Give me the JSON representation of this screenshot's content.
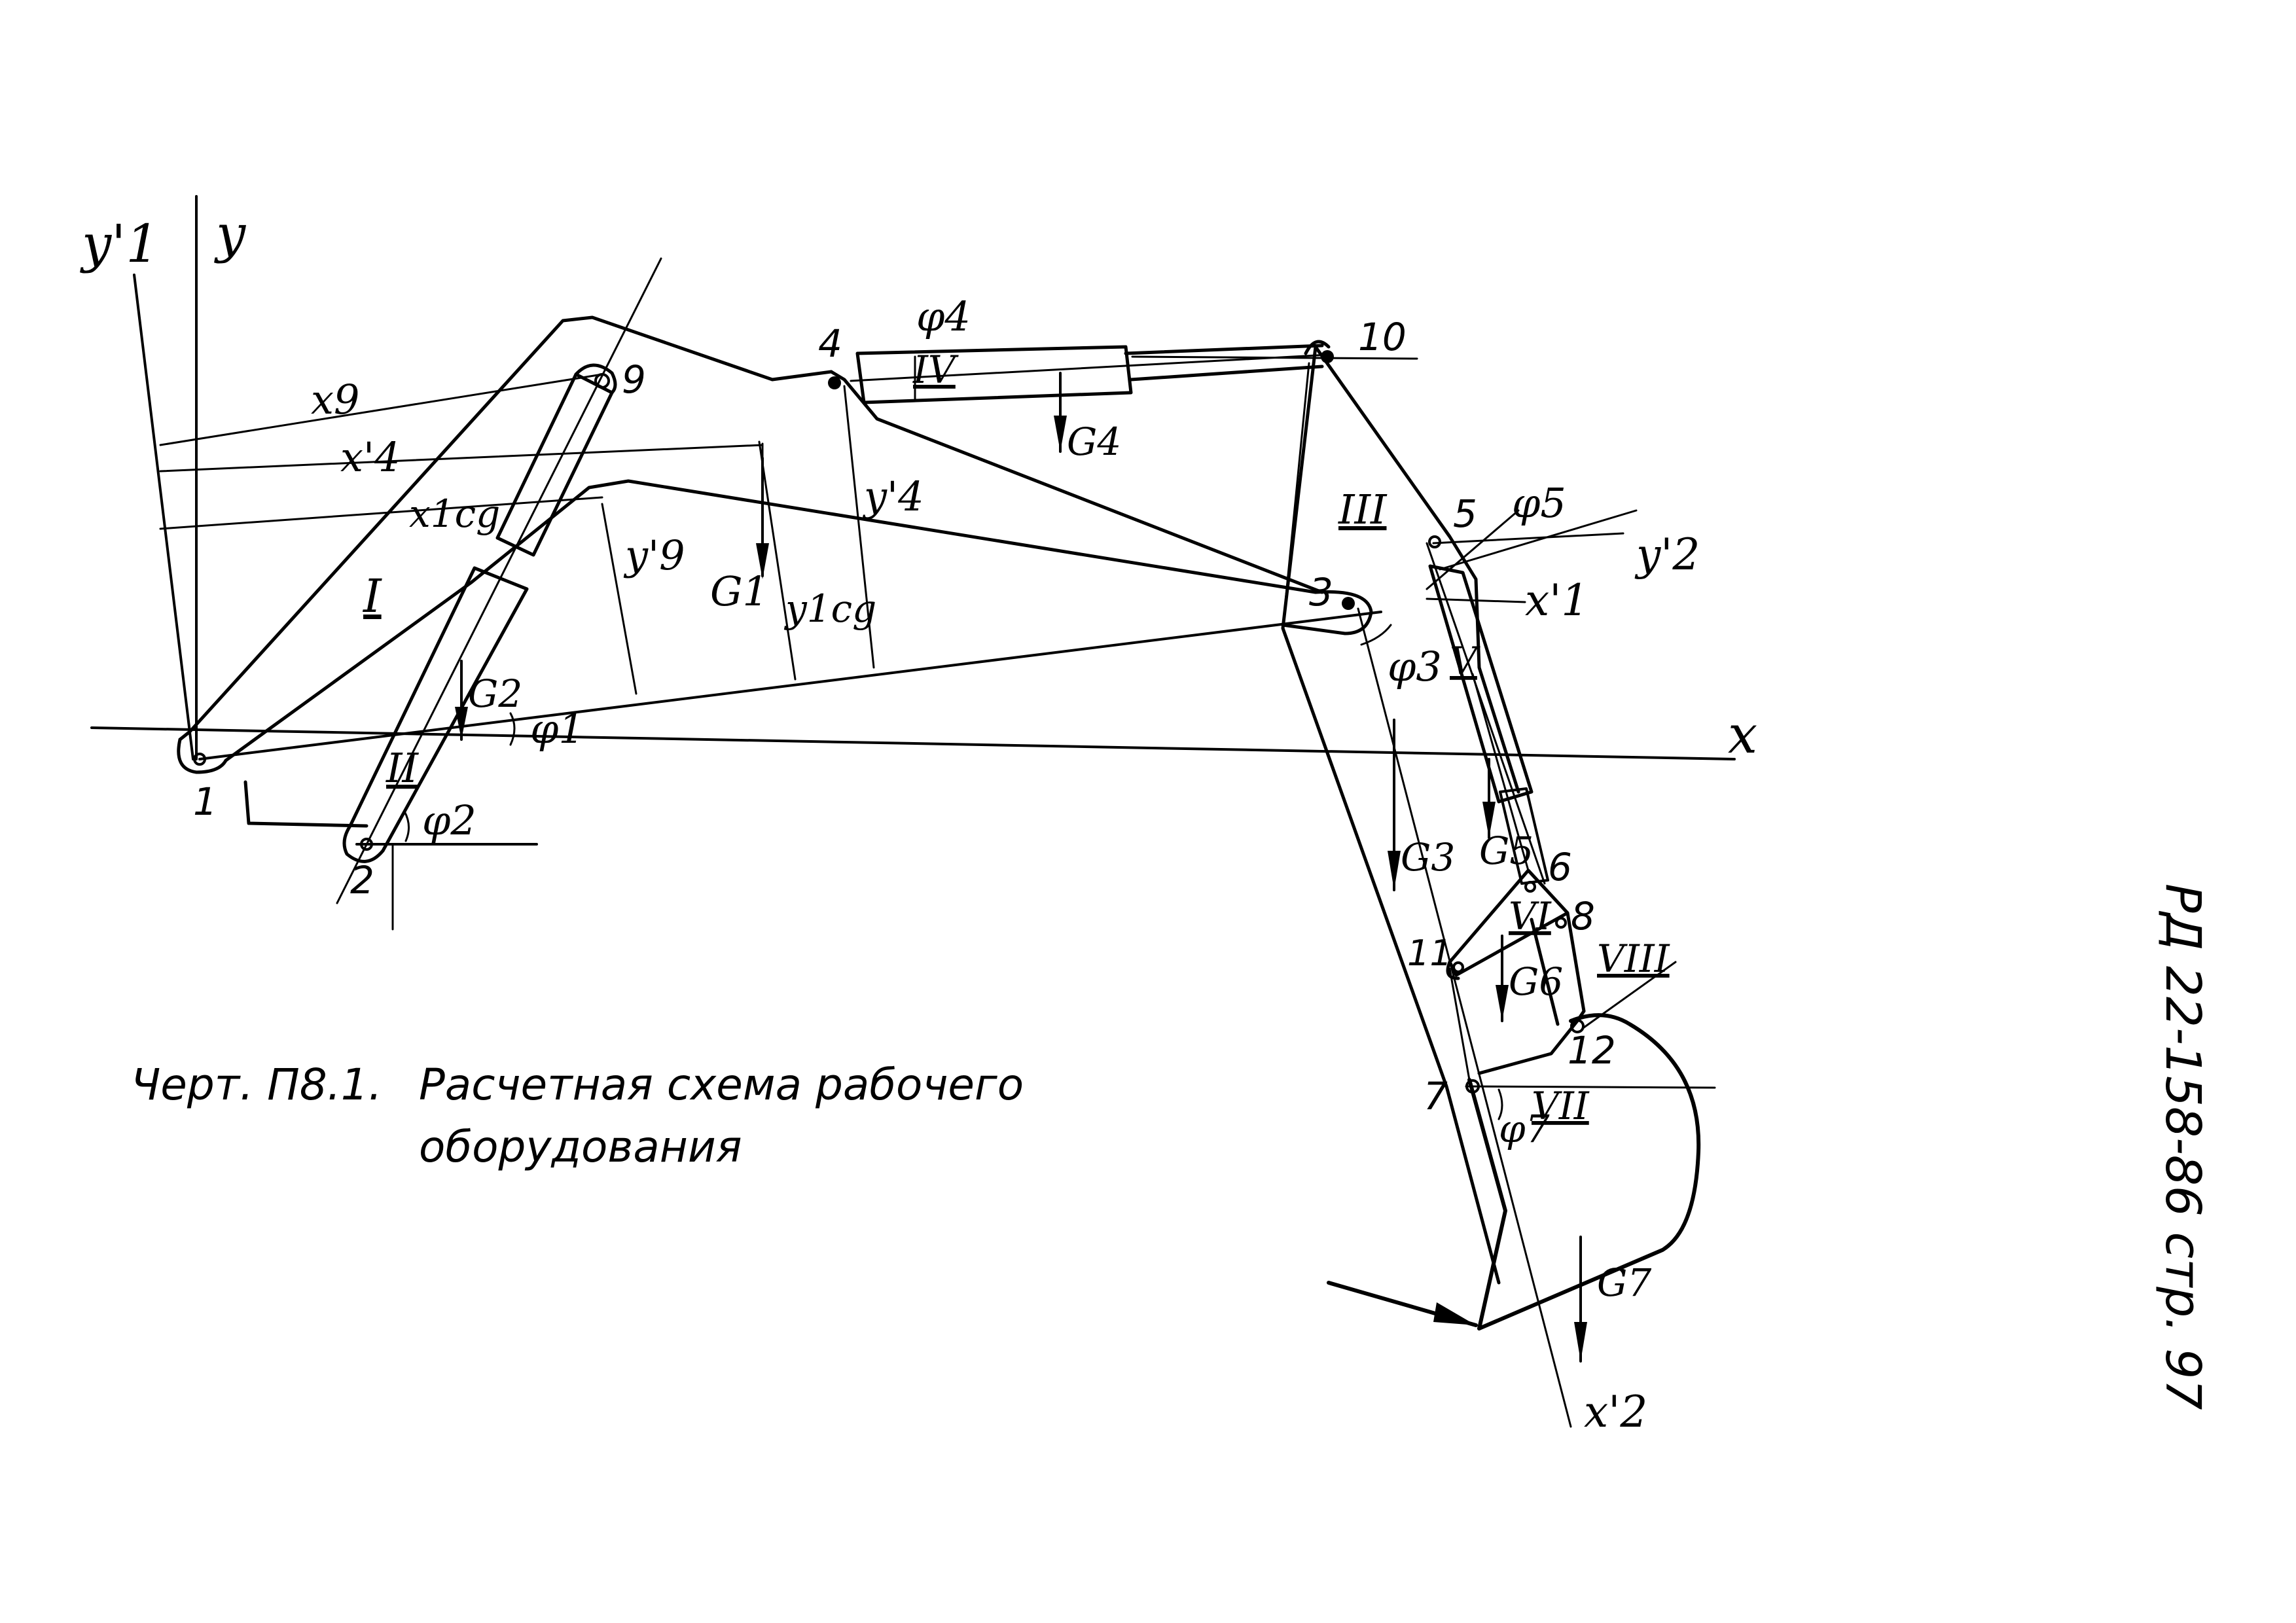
{
  "caption": {
    "label": "Черт. П8.1.",
    "line1": "Расчетная схема рабочего",
    "line2": "оборудования"
  },
  "side_text": "РД 22-158-86 стр. 97",
  "axes": {
    "x": "x",
    "y": "y",
    "y1p": "y'1"
  },
  "points": {
    "p1": "1",
    "p2": "2",
    "p3": "3",
    "p4": "4",
    "p5": "5",
    "p6": "6",
    "p7": "7",
    "p8": "8",
    "p9": "9",
    "p10": "10",
    "p11": "11",
    "p12": "12"
  },
  "links": {
    "l1": "I",
    "l2": "II",
    "l3": "III",
    "l4": "IV",
    "l5": "V",
    "l6": "VI",
    "l7": "VII",
    "l8": "VIII"
  },
  "angles": {
    "phi1": "φ1",
    "phi2": "φ2",
    "phi3": "φ3",
    "phi4": "φ4",
    "phi5": "φ5",
    "phi7": "φ7"
  },
  "loads": {
    "g1": "G1",
    "g2": "G2",
    "g3": "G3",
    "g4": "G4",
    "g5": "G5",
    "g6": "G6",
    "g7": "G7"
  },
  "dims": {
    "x9": "x9",
    "x4p": "x'4",
    "x1cg": "x1cg",
    "y9p": "y'9",
    "y4p": "y'4",
    "y1cg": "y1cg",
    "y2p": "y'2",
    "x1p": "x'1",
    "x2p": "x'2"
  }
}
